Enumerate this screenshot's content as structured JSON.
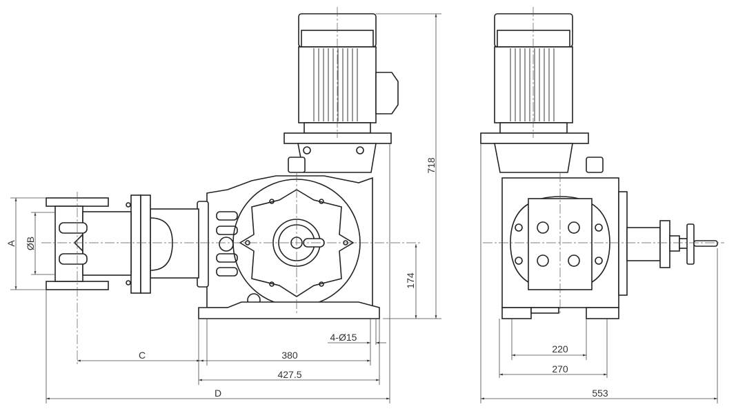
{
  "drawing": {
    "front_view": {
      "dimensions": {
        "height_overall": "718",
        "shaft_height": "174",
        "flange_a": "A",
        "bore_b": "ØB",
        "offset_c": "C",
        "foot_holes_span": "380",
        "base_length": "427.5",
        "mount_holes": "4-Ø15",
        "overall_length_d": "D"
      }
    },
    "side_view": {
      "dimensions": {
        "inner_span": "220",
        "base_width": "270",
        "overall_width": "553"
      }
    }
  }
}
